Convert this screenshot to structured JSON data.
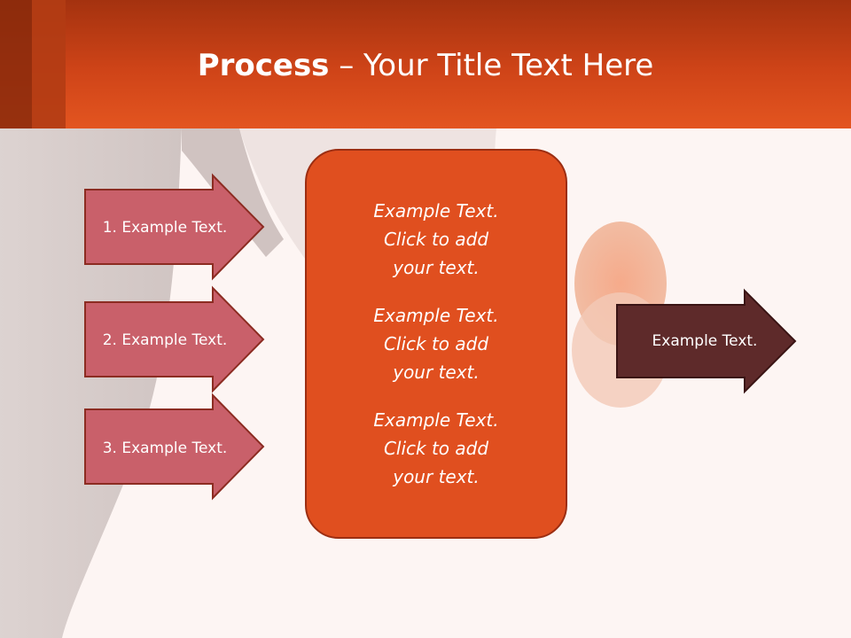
{
  "slide": {
    "title_bold": "Process",
    "title_rest": " – Your Title Text Here"
  },
  "inputs": [
    {
      "label": "1. Example Text."
    },
    {
      "label": "2. Example Text."
    },
    {
      "label": "3. Example Text."
    }
  ],
  "center": {
    "items": [
      "Example Text.\nClick  to add\nyour text.",
      "Example Text.\nClick  to add\nyour text.",
      "Example Text.\nClick  to add\nyour text."
    ]
  },
  "output": {
    "label": "Example Text."
  },
  "colors": {
    "header": "#e35520",
    "input_arrow_fill": "#c9606a",
    "input_arrow_stroke": "#8c2c22",
    "center_fill": "#e04f1f",
    "output_arrow_fill": "#5e2a2a"
  }
}
